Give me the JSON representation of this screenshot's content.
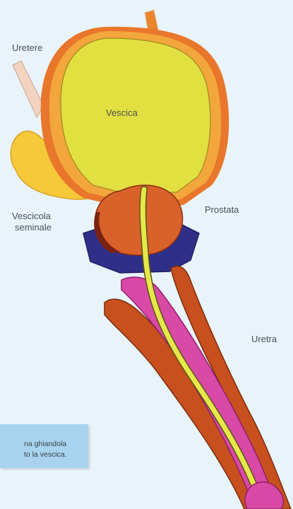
{
  "labels": {
    "uretere": "Uretere",
    "vescica": "Vescica",
    "prostata": "Prostata",
    "vescicola_line1": "Vescicola",
    "vescicola_line2": "seminale",
    "uretra": "Uretra"
  },
  "caption": {
    "line1": "na ghiandola",
    "line2": "to la vescica."
  },
  "colors": {
    "background": "#e9f3fa",
    "bladder_outer": "#e8762b",
    "bladder_rim": "#f2a63c",
    "bladder_inner": "#e2e040",
    "prostate": "#d9622a",
    "pelvic_floor": "#2f2f8a",
    "seminal_vesicle": "#f5c93a",
    "urethra": "#e6e84a",
    "penis_sheath": "#c8501e",
    "penis_core": "#d84aa6",
    "caption_box": "#a8d3ee"
  }
}
